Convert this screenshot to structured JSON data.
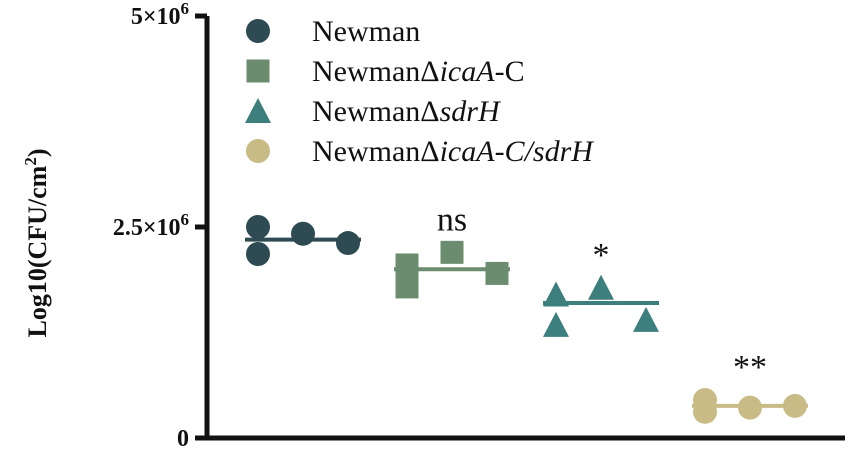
{
  "chart_data": {
    "type": "scatter",
    "ylabel": "Log10(CFU/cm2)",
    "ylabel_parts": {
      "main": "Log10(CFU/cm",
      "sup": "2",
      "close": ")"
    },
    "yticks": [
      {
        "value": 0,
        "mantissa": "0",
        "exp": ""
      },
      {
        "value": 2500000,
        "mantissa": "2.5×10",
        "exp": "6"
      },
      {
        "value": 5000000,
        "mantissa": "5×10",
        "exp": "6"
      }
    ],
    "ylim": [
      0,
      5000000
    ],
    "legend_position": "top-left",
    "series": [
      {
        "name": "Newman",
        "legend_parts": [
          {
            "text": "Newman",
            "italic": false
          }
        ],
        "marker": "circle",
        "color": "#2e4a52",
        "values": [
          2500000,
          2180000,
          2420000,
          2310000
        ],
        "mean": 2350000,
        "annotation": ""
      },
      {
        "name": "NewmanΔicaA-C",
        "legend_parts": [
          {
            "text": "NewmanΔ",
            "italic": false
          },
          {
            "text": "icaA",
            "italic": true
          },
          {
            "text": "-C",
            "italic": false
          }
        ],
        "marker": "square",
        "color": "#6b8c6f",
        "values": [
          1790000,
          2050000,
          2200000,
          1950000
        ],
        "mean": 2000000,
        "annotation": "ns"
      },
      {
        "name": "NewmanΔsdrH",
        "legend_parts": [
          {
            "text": "NewmanΔ",
            "italic": false
          },
          {
            "text": "sdrH",
            "italic": true
          }
        ],
        "marker": "triangle",
        "color": "#3d7f7d",
        "values": [
          1700000,
          1340000,
          1780000,
          1400000
        ],
        "mean": 1600000,
        "annotation": "*"
      },
      {
        "name": "NewmanΔicaA-C/sdrH",
        "legend_parts": [
          {
            "text": "NewmanΔ",
            "italic": false
          },
          {
            "text": "icaA-C/sdrH",
            "italic": true
          }
        ],
        "marker": "circle",
        "color": "#c8bb86",
        "values": [
          310000,
          450000,
          360000,
          380000
        ],
        "mean": 380000,
        "annotation": "**"
      }
    ]
  }
}
